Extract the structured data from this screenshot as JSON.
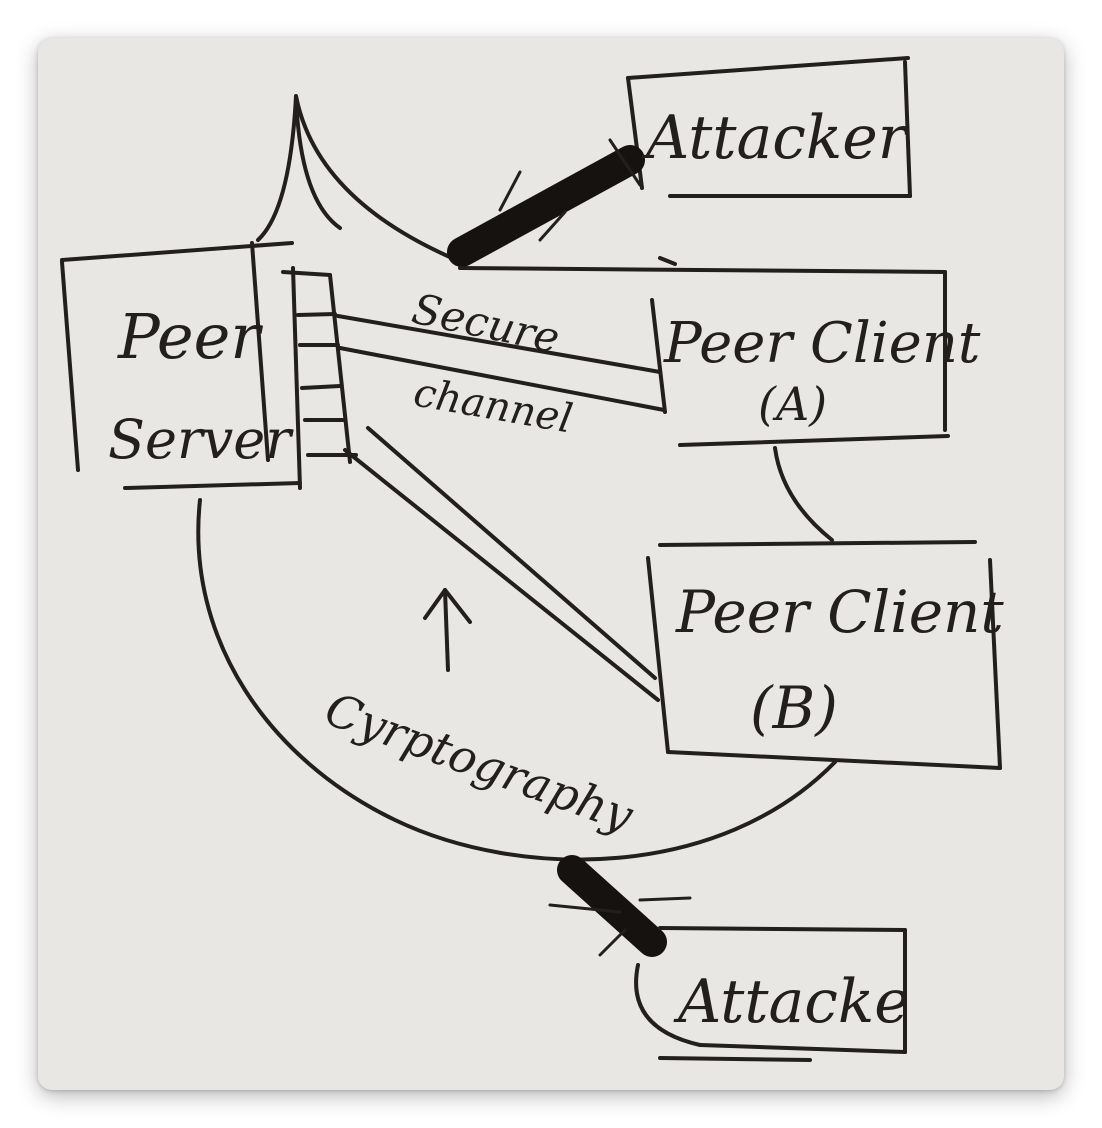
{
  "nodes": {
    "attacker_top": "Attacker",
    "peer_server_line1": "Peer",
    "peer_server_line2": "Server",
    "peer_client_a_line1": "Peer Client",
    "peer_client_a_line2": "(A)",
    "peer_client_b_line1": "Peer Client",
    "peer_client_b_line2": "(B)",
    "attacker_bottom": "Attacke"
  },
  "labels": {
    "secure": "Secure",
    "channel": "channel",
    "cryptography": "Cyrptography"
  },
  "colors": {
    "paper": "#e9e7e3",
    "ink": "#231f1c"
  }
}
